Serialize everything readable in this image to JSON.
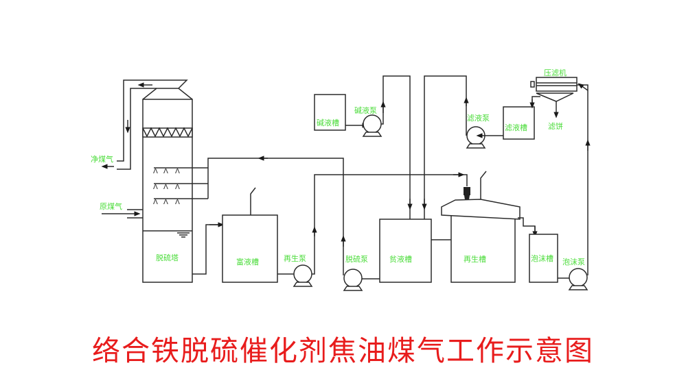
{
  "title": "络合铁脱硫催化剂焦油煤气工作示意图",
  "colors": {
    "label": "#4bdc3a",
    "title": "#e81c1c",
    "line": "#2a2a2a"
  },
  "labels": {
    "clean_gas": "净煤气",
    "raw_gas": "原煤气",
    "desulfurization_tower": "脱硫塔",
    "rich_liquid_tank": "富液槽",
    "regeneration_pump": "再生泵",
    "desulfurization_pump": "脱硫泵",
    "lean_liquid_tank": "贫液槽",
    "regeneration_tank": "再生槽",
    "foam_tank": "泡沫槽",
    "foam_pump": "泡沫泵",
    "alkali_tank": "碱液槽",
    "alkali_pump": "碱液泵",
    "filtrate_pump": "滤液泵",
    "filtrate_tank": "滤液槽",
    "filter_press": "压滤机",
    "filter_cake": "滤饼"
  }
}
